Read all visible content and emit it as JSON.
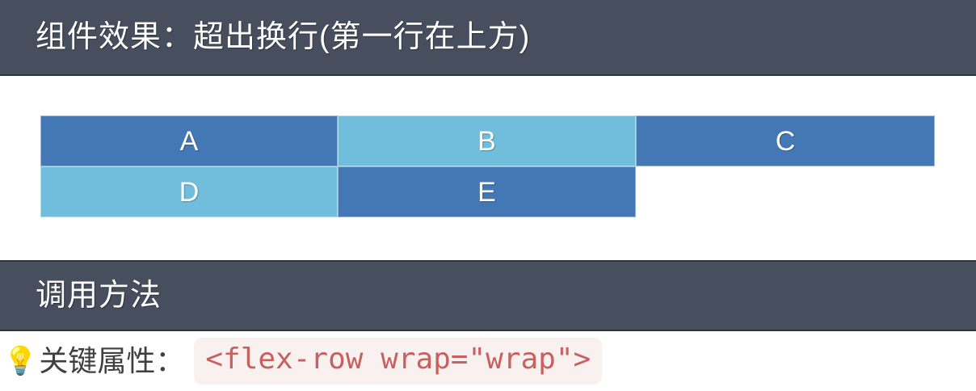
{
  "sections": {
    "effect": {
      "title": "组件效果：超出换行(第一行在上方)"
    },
    "usage": {
      "title": "调用方法"
    }
  },
  "demo": {
    "container_type": "flex-row",
    "wrap": "wrap",
    "items": [
      {
        "label": "A",
        "color": "#4478B4",
        "row": 1
      },
      {
        "label": "B",
        "color": "#70BDDC",
        "row": 1
      },
      {
        "label": "C",
        "color": "#4478B4",
        "row": 1
      },
      {
        "label": "D",
        "color": "#70BDDC",
        "row": 2
      },
      {
        "label": "E",
        "color": "#4478B4",
        "row": 2
      }
    ]
  },
  "usage_row": {
    "bulb_icon": "lightbulb-icon",
    "bulb_glyph": "💡",
    "key_label": "关键属性：",
    "code": "<flex-row wrap=\"wrap\">"
  },
  "colors": {
    "header_bg": "#474E5E",
    "header_text": "#FFFFFF",
    "page_bg": "#FFFFFF",
    "box_dark": "#4478B4",
    "box_light": "#70BDDC",
    "code_bg": "#F9F0F0",
    "code_text": "#C8605F",
    "label_text": "#3F3F3F"
  }
}
